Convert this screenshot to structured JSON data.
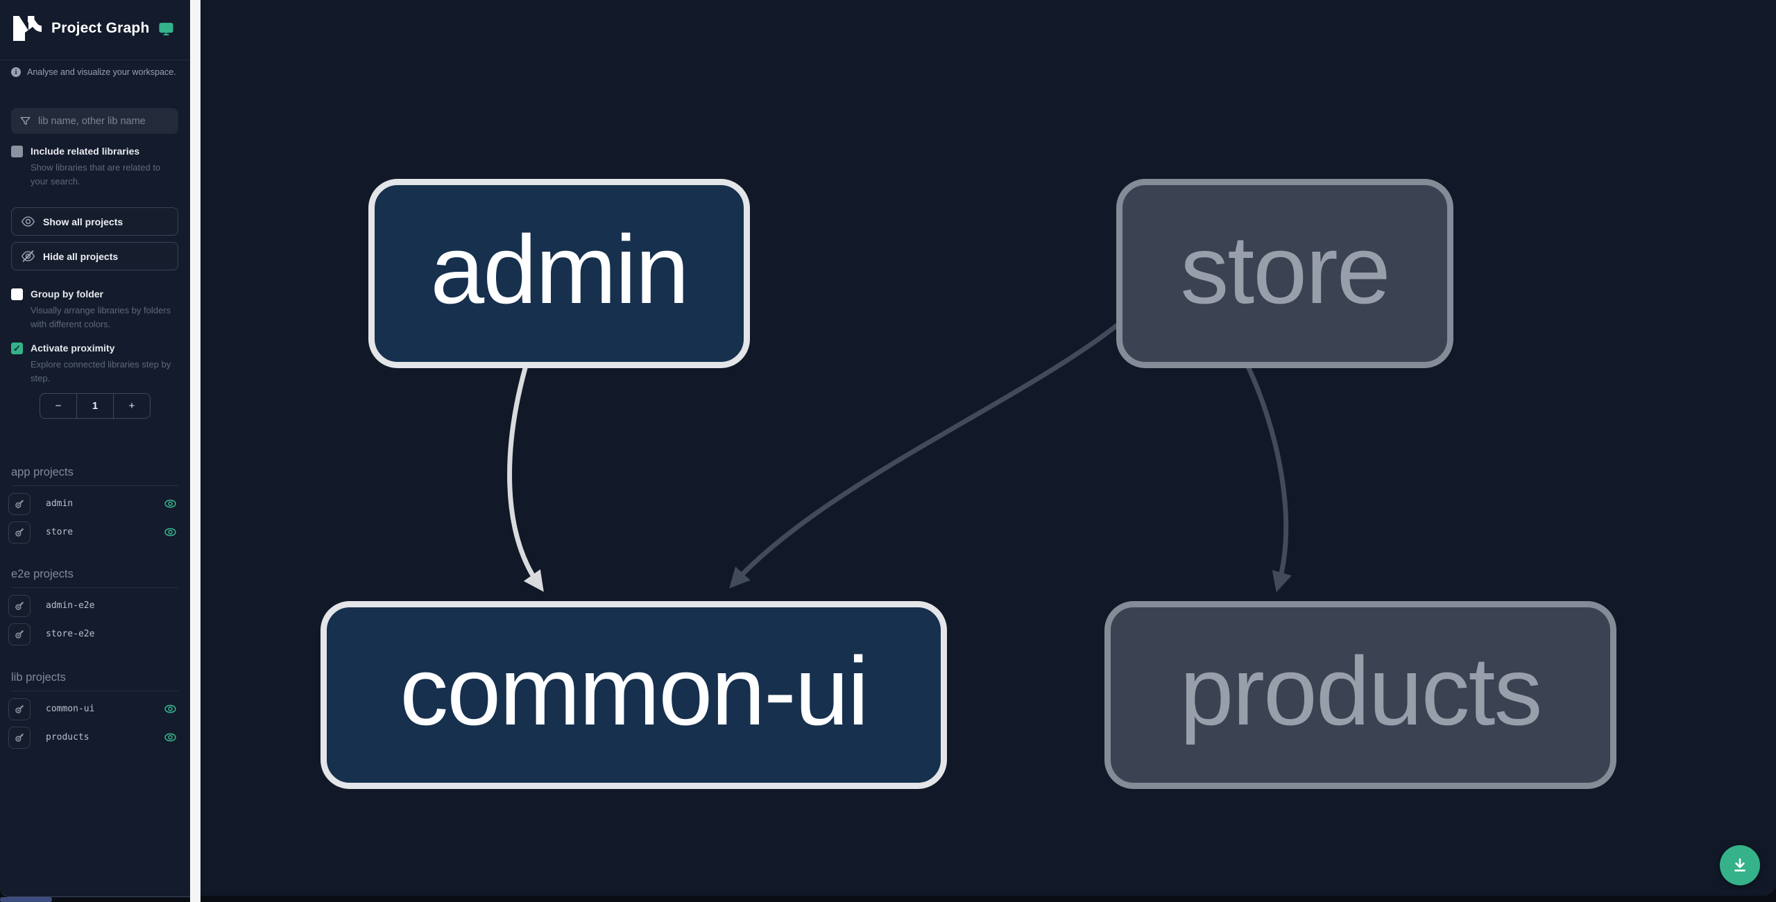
{
  "sidebar": {
    "title": "Project Graph",
    "subtitle": "Analyse and visualize your workspace.",
    "info_glyph": "i",
    "search_placeholder": "lib name, other lib name",
    "include_related": {
      "label": "Include related libraries",
      "description": "Show libraries that are related to your search.",
      "checked": false
    },
    "show_all_label": "Show all projects",
    "hide_all_label": "Hide all projects",
    "group_by_folder": {
      "label": "Group by folder",
      "description": "Visually arrange libraries by folders with different colors.",
      "checked": false
    },
    "activate_proximity": {
      "label": "Activate proximity",
      "description": "Explore connected libraries step by step.",
      "checked": true,
      "check_glyph": "✓"
    },
    "stepper": {
      "decrement": "−",
      "value": "1",
      "increment": "+"
    },
    "sections": [
      {
        "title": "app projects",
        "items": [
          {
            "name": "admin",
            "visible": true
          },
          {
            "name": "store",
            "visible": true
          }
        ]
      },
      {
        "title": "e2e projects",
        "items": [
          {
            "name": "admin-e2e"
          },
          {
            "name": "store-e2e"
          }
        ]
      },
      {
        "title": "lib projects",
        "items": [
          {
            "name": "common-ui",
            "visible": true
          },
          {
            "name": "products",
            "visible": true
          }
        ]
      }
    ]
  },
  "canvas": {
    "nodes": [
      {
        "label": "admin",
        "state": "focused"
      },
      {
        "label": "store",
        "state": "faded"
      },
      {
        "label": "common-ui",
        "state": "focused"
      },
      {
        "label": "products",
        "state": "faded"
      }
    ],
    "edges": [
      {
        "from": "admin",
        "to": "common-ui",
        "state": "focused"
      },
      {
        "from": "store",
        "to": "common-ui",
        "state": "faded"
      },
      {
        "from": "store",
        "to": "products",
        "state": "faded"
      }
    ]
  },
  "colors": {
    "accent_green": "#35b289",
    "sidebar_bg": "#131b2c",
    "canvas_bg": "#111827",
    "focused_node_fill": "#16304e",
    "focused_node_border": "#e3e5e8",
    "faded_node_fill": "#3b4251",
    "faded_node_border": "#868c97",
    "edge_focused": "#d9dbde",
    "edge_faded": "#424b5a"
  }
}
